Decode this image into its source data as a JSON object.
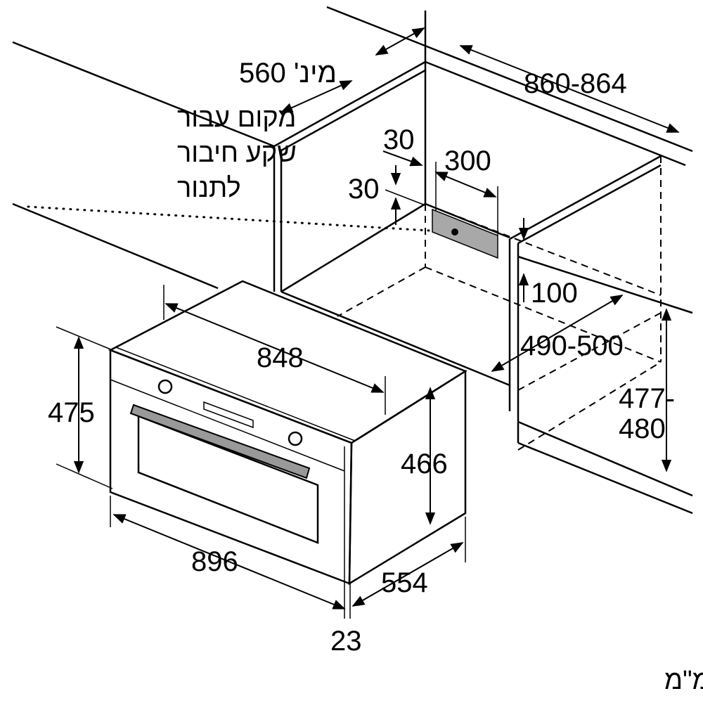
{
  "title": "Oven installation dimensions",
  "labels": {
    "min_depth": "מינ' 560",
    "niche_width": "860-864",
    "socket_line1": "מקום עבור",
    "socket_line2": "שקע חיבור",
    "socket_line3": "לתנור",
    "offset_top": "30",
    "socket_width": "300",
    "offset_side": "30",
    "gap_100": "100",
    "niche_depth": "490-500",
    "oven_top_width": "848",
    "front_height": "475",
    "body_height": "466",
    "niche_height_1": "477-",
    "niche_height_2": "480",
    "front_width": "896",
    "body_depth": "554",
    "front_thickness": "23",
    "units_note": "מידות במ\"מ"
  },
  "colors": {
    "socket_fill": "#a8a8a8",
    "line": "#000000"
  }
}
